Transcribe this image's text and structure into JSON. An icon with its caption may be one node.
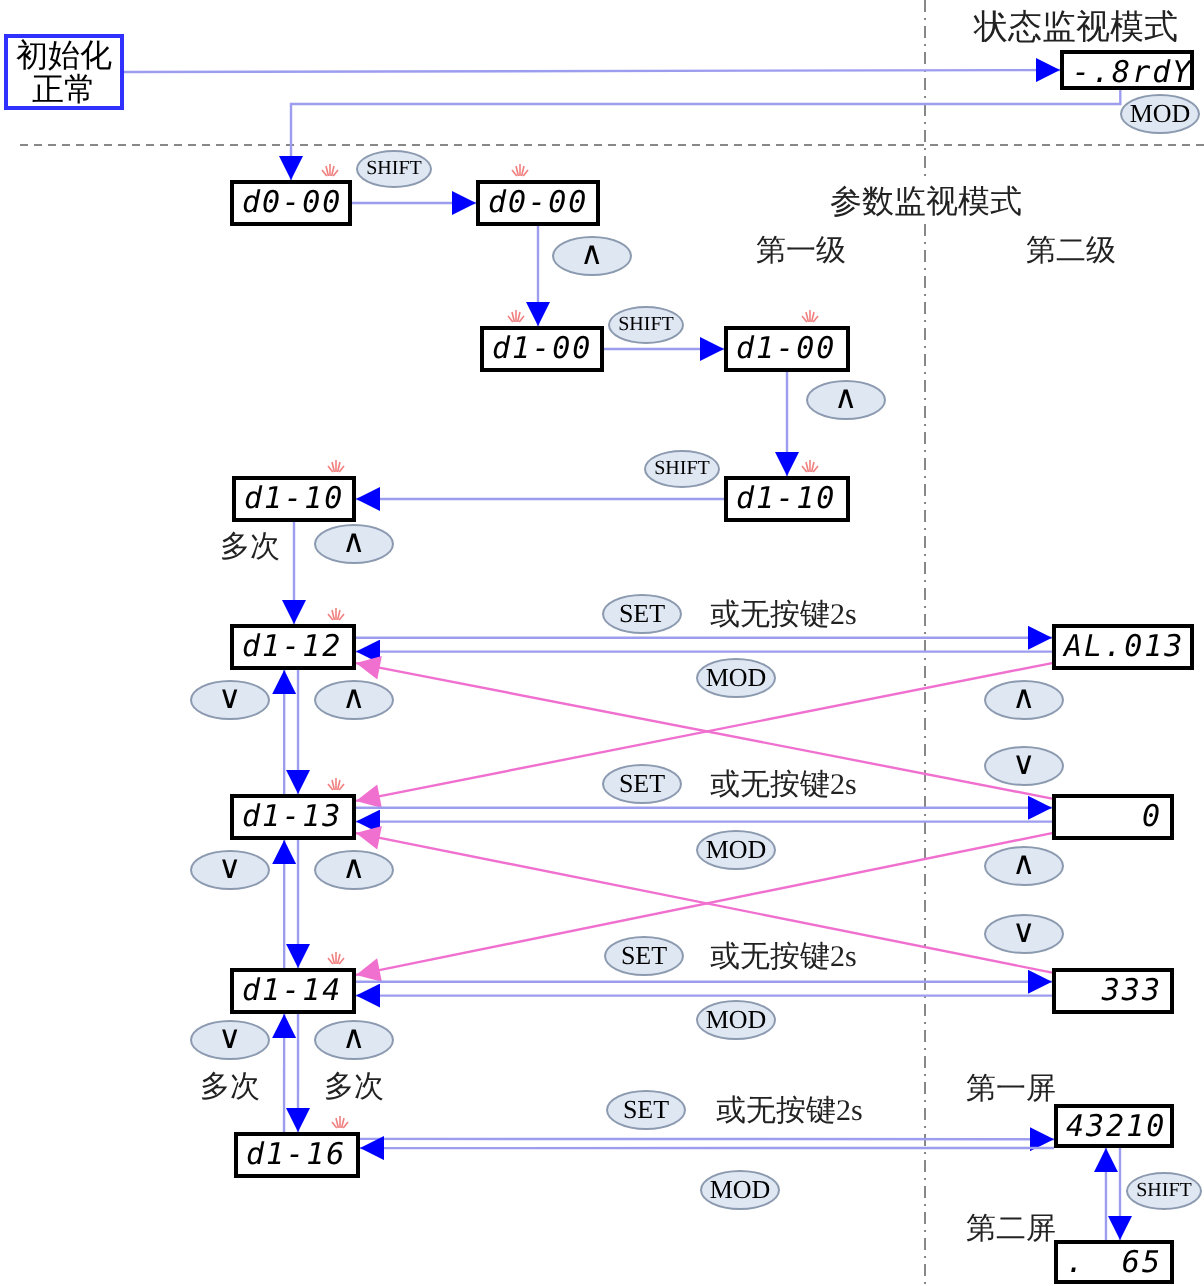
{
  "diagram": {
    "nodes": [
      {
        "text": [
          "初始化正常"
        ]
      },
      {
        "text": [
          "-.8rdY"
        ]
      },
      {
        "text": [
          "d0-00"
        ]
      },
      {
        "text": [
          "d0-00"
        ]
      },
      {
        "text": [
          "d1-00"
        ]
      },
      {
        "text": [
          "d1-00"
        ]
      },
      {
        "text": [
          "d1-10"
        ],
        "beside": [
          "多次"
        ]
      },
      {
        "text": [
          "d1-10"
        ]
      },
      {
        "text": [
          "d1-12"
        ]
      },
      {
        "text": [
          "AL.013"
        ]
      },
      {
        "text": [
          "d1-13"
        ]
      },
      {
        "text": [
          "0"
        ]
      },
      {
        "text": [
          "d1-14"
        ]
      },
      {
        "text": [
          "333"
        ]
      },
      {
        "text": [
          "d1-16"
        ]
      },
      {
        "text": [
          "43210"
        ]
      },
      {
        "text": [
          ". 65"
        ]
      },
      {
        "text": [
          "SHIFT"
        ]
      },
      {
        "text": [
          "∧"
        ]
      },
      {
        "text": [
          "SHIFT"
        ]
      },
      {
        "text": [
          "∧"
        ]
      },
      {
        "text": [
          "SHIFT"
        ]
      },
      {
        "text": [
          "∧"
        ]
      },
      {
        "text": [
          "SET"
        ]
      },
      {
        "text": [
          "MOD"
        ]
      },
      {
        "text": [
          "∨"
        ]
      },
      {
        "text": [
          "∧"
        ]
      },
      {
        "text": [
          "∧"
        ]
      },
      {
        "text": [
          "∨"
        ]
      },
      {
        "text": [
          "SET"
        ]
      },
      {
        "text": [
          "MOD"
        ]
      },
      {
        "text": [
          "∨"
        ]
      },
      {
        "text": [
          "∧"
        ]
      },
      {
        "text": [
          "∧"
        ]
      },
      {
        "text": [
          "∨"
        ]
      },
      {
        "text": [
          "SET"
        ]
      },
      {
        "text": [
          "MOD"
        ]
      },
      {
        "text": [
          "∨"
        ],
        "beside": [
          "多次"
        ]
      },
      {
        "text": [
          "∧"
        ],
        "beside": [
          "多次"
        ]
      },
      {
        "text": [
          "SET"
        ]
      },
      {
        "text": [
          "MOD"
        ]
      },
      {
        "text": [
          "SHIFT"
        ]
      },
      {
        "text": [
          "MOD"
        ]
      }
    ],
    "edges": [
      {
        "from": 0,
        "to": 1,
        "arrow": "to"
      },
      {
        "from": 1,
        "to": 2,
        "arrow": "to"
      },
      {
        "from": 2,
        "to": 3,
        "arrow": "to"
      },
      {
        "from": 3,
        "to": 4,
        "arrow": "to"
      },
      {
        "from": 4,
        "to": 5,
        "arrow": "to"
      },
      {
        "from": 5,
        "to": 7,
        "arrow": "to"
      },
      {
        "from": 7,
        "to": 6,
        "arrow": "to"
      },
      {
        "from": 6,
        "to": 8,
        "arrow": "to"
      },
      {
        "from": 8,
        "to": 9,
        "arrow": "to"
      },
      {
        "from": 9,
        "to": 8,
        "arrow": "to"
      },
      {
        "from": 8,
        "to": 10,
        "arrow": "to"
      },
      {
        "from": 10,
        "to": 8,
        "arrow": "to"
      },
      {
        "from": 9,
        "to": 10,
        "arrow": "to",
        "color": "#f070d0"
      },
      {
        "from": 11,
        "to": 8,
        "arrow": "to",
        "color": "#f070d0"
      },
      {
        "from": 10,
        "to": 11,
        "arrow": "to"
      },
      {
        "from": 11,
        "to": 10,
        "arrow": "to"
      },
      {
        "from": 10,
        "to": 12,
        "arrow": "to"
      },
      {
        "from": 12,
        "to": 10,
        "arrow": "to"
      },
      {
        "from": 11,
        "to": 12,
        "arrow": "to",
        "color": "#f070d0"
      },
      {
        "from": 13,
        "to": 10,
        "arrow": "to",
        "color": "#f070d0"
      },
      {
        "from": 12,
        "to": 13,
        "arrow": "to"
      },
      {
        "from": 13,
        "to": 12,
        "arrow": "to"
      },
      {
        "from": 12,
        "to": 14,
        "arrow": "to"
      },
      {
        "from": 14,
        "to": 12,
        "arrow": "to"
      },
      {
        "from": 14,
        "to": 15,
        "arrow": "to"
      },
      {
        "from": 15,
        "to": 14,
        "arrow": "to"
      },
      {
        "from": 15,
        "to": 16,
        "arrow": "to"
      },
      {
        "from": 16,
        "to": 15,
        "arrow": "to"
      }
    ],
    "labels": [
      "状态监视模式",
      "参数监视模式",
      "第一级",
      "第二级",
      "或无按键2s",
      "或无按键2s",
      "或无按键2s",
      "或无按键2s",
      "第一屏",
      "第二屏"
    ]
  }
}
